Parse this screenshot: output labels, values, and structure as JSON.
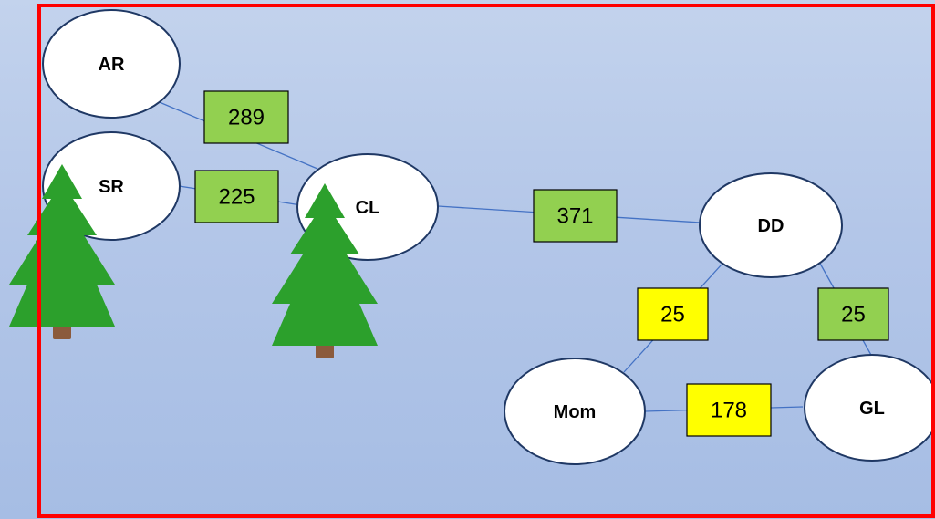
{
  "diagram": {
    "colors": {
      "frame": "#ff0000",
      "edge": "#4472c4",
      "node_fill": "#ffffff",
      "node_stroke": "#1f3864",
      "weight_green": "#92d050",
      "weight_yellow": "#ffff00",
      "tree_green": "#2ca02c",
      "trunk_brown": "#8b5a3c"
    },
    "nodes": [
      {
        "id": "AR",
        "label": "AR"
      },
      {
        "id": "SR",
        "label": "SR"
      },
      {
        "id": "CL",
        "label": "CL"
      },
      {
        "id": "DD",
        "label": "DD"
      },
      {
        "id": "Mom",
        "label": "Mom"
      },
      {
        "id": "GL",
        "label": "GL"
      }
    ],
    "edges": [
      {
        "from": "AR",
        "to": "CL",
        "weight": "289",
        "highlight": "green"
      },
      {
        "from": "SR",
        "to": "CL",
        "weight": "225",
        "highlight": "green"
      },
      {
        "from": "CL",
        "to": "DD",
        "weight": "371",
        "highlight": "green"
      },
      {
        "from": "DD",
        "to": "Mom",
        "weight": "25",
        "highlight": "yellow"
      },
      {
        "from": "DD",
        "to": "GL",
        "weight": "25",
        "highlight": "green"
      },
      {
        "from": "Mom",
        "to": "GL",
        "weight": "178",
        "highlight": "yellow"
      }
    ],
    "decorations": [
      {
        "type": "tree-icon",
        "near": "SR"
      },
      {
        "type": "tree-icon",
        "near": "CL"
      }
    ]
  }
}
